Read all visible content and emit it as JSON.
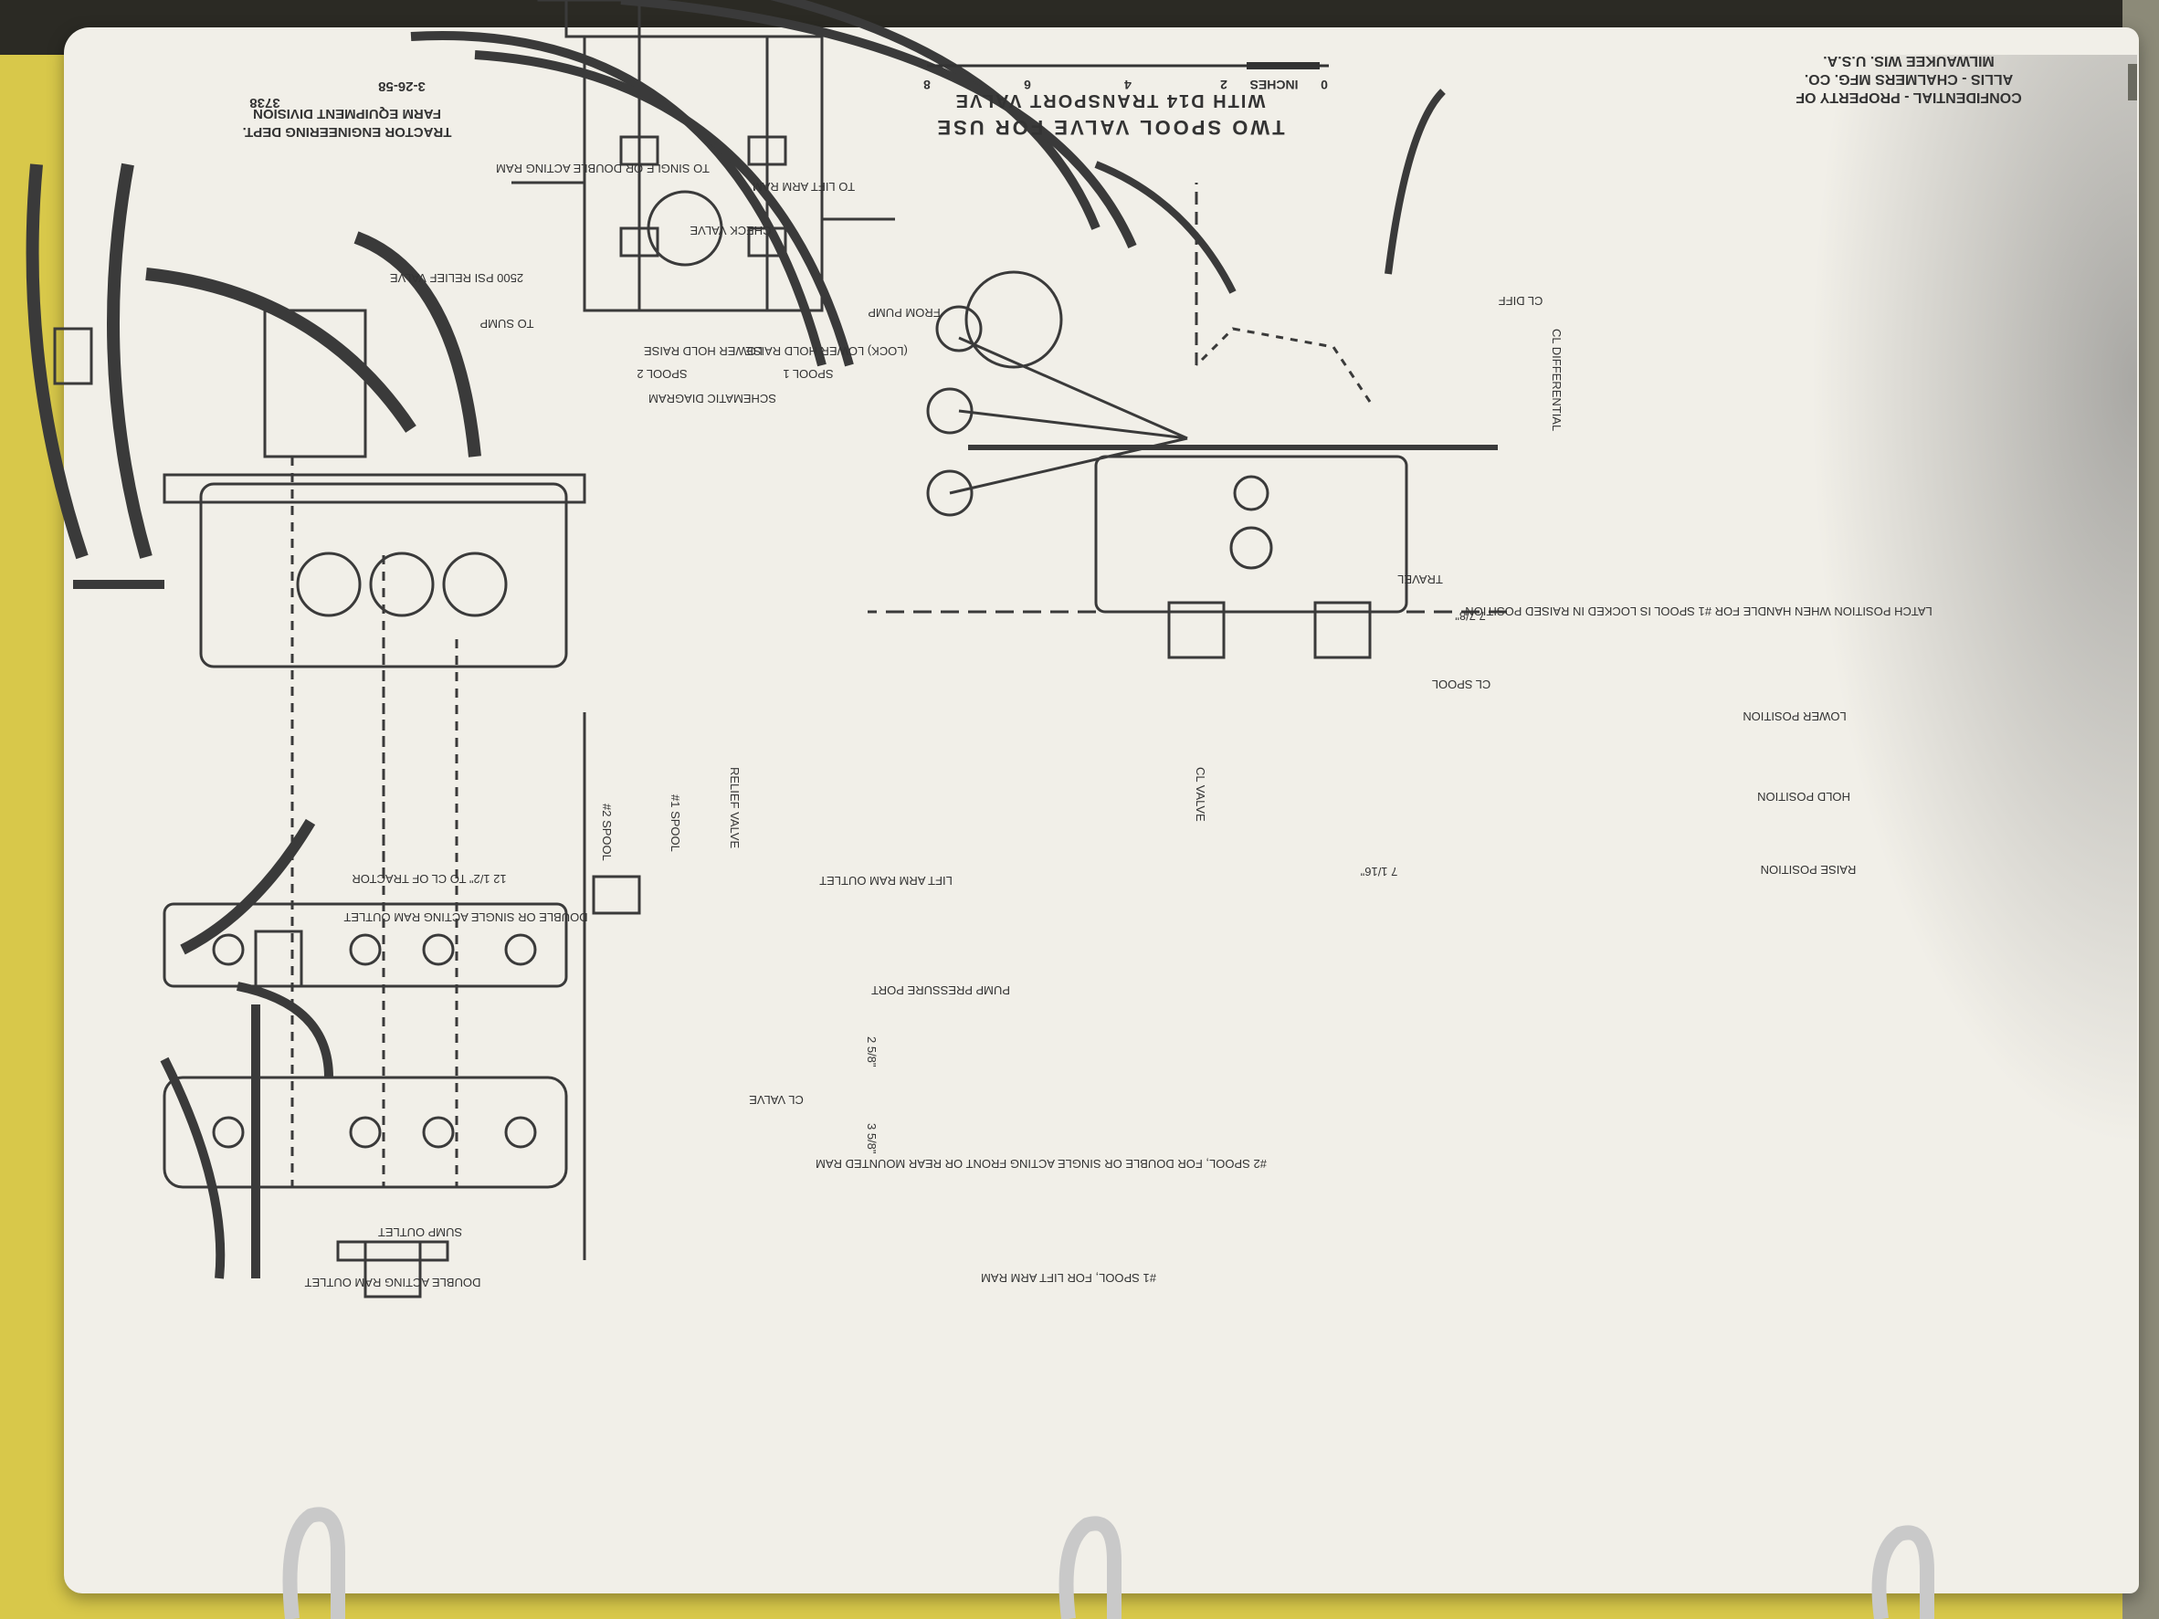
{
  "header": {
    "title_line1": "TWO SPOOL VALVE FOR USE",
    "title_line2": "WITH D14 TRANSPORT VALVE",
    "owner_line1": "CONFIDENTIAL - PROPERTY OF",
    "owner_line2": "ALLIS - CHALMERS MFG. CO.",
    "owner_line3": "MILWAUKEE WIS. U.S.A.",
    "dept_line1": "TRACTOR ENGINEERING DEPT.",
    "dept_line2": "FARM EQUIPMENT DIVISION",
    "date": "3-26-58",
    "number": "3738"
  },
  "scale": {
    "label": "INCHES",
    "ticks": [
      "0",
      "2",
      "4",
      "6",
      "8"
    ]
  },
  "schematic": {
    "title": "SCHEMATIC DIAGRAM",
    "lift_arm_ram": "TO LIFT ARM RAM",
    "single_double": "TO SINGLE OR DOUBLE ACTING RAM",
    "check_valve": "CHECK VALVE",
    "relief_valve": "2500 PSI RELIEF VALVE",
    "from_pump": "FROM PUMP",
    "to_sump": "TO SUMP",
    "spool1_positions": "(LOCK) LOWER HOLD RAISE",
    "spool1": "SPOOL 1",
    "spool2_positions": "LOWER HOLD RAISE",
    "spool2": "SPOOL 2"
  },
  "front_view": {
    "spool2": "#2 SPOOL",
    "spool1": "#1 SPOOL",
    "relief_valve": "RELIEF VALVE",
    "tractor_cl": "12 1/2\" TO CL OF TRACTOR",
    "lift_arm_outlet": "LIFT ARM RAM OUTLET",
    "double_single_outlet": "DOUBLE OR SINGLE ACTING RAM OUTLET",
    "pump_port": "PUMP PRESSURE PORT",
    "valve_cl": "CL VALVE",
    "spool2_desc": "#2 SPOOL, FOR DOUBLE OR SINGLE ACTING FRONT OR REAR MOUNTED RAM",
    "sump_outlet": "SUMP OUTLET",
    "double_acting_outlet": "DOUBLE ACTING RAM OUTLET",
    "spool1_desc": "#1 SPOOL, FOR LIFT ARM RAM",
    "dim_a": "2 5/8\"",
    "dim_b": "3 5/8\""
  },
  "side_view": {
    "differential": "CL DIFFERENTIAL",
    "diff": "CL DIFF",
    "travel": "TRAVEL",
    "latch_note": "LATCH POSITION WHEN HANDLE FOR #1 SPOOL IS LOCKED IN RAISED POSITION",
    "spool_cl": "CL SPOOL",
    "valve_cl": "CL VALVE",
    "lower": "LOWER POSITION",
    "hold": "HOLD POSITION",
    "raise": "RAISE POSITION",
    "dim_78": "7 7/8\"",
    "dim_716": "7 1/16\""
  },
  "colors": {
    "paper": "#f1efe8",
    "ink": "#3a3a3a",
    "cloth": "#d8c84a"
  }
}
